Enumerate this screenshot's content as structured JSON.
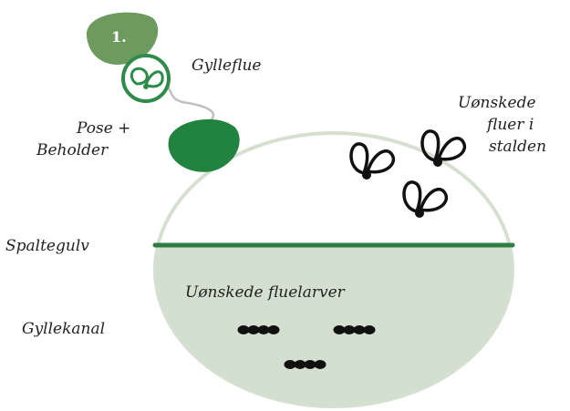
{
  "step_badge": {
    "text": "1."
  },
  "labels": {
    "fly": "Gylleflue",
    "bag_line1": "Pose +",
    "bag_line2": "Beholder",
    "unwanted_line1": "Uønskede",
    "unwanted_line2": "fluer i",
    "unwanted_line3": "stalden",
    "slatted_floor": "Spaltegulv",
    "unwanted_larvae": "Uønskede fluelarver",
    "slurry_channel": "Gyllekanal"
  },
  "colors": {
    "badge": "#6c9a5f",
    "accent_green": "#2e8b4a",
    "bag_green": "#22823f",
    "floor_line": "#2f7d45",
    "outline": "#d6e0d1",
    "channel_fill": "#d3dfcf",
    "insect": "#111111",
    "cord": "#bfbfbf"
  },
  "icons": [
    "green-fly-icon",
    "black-fly-icon",
    "larva-icon"
  ]
}
